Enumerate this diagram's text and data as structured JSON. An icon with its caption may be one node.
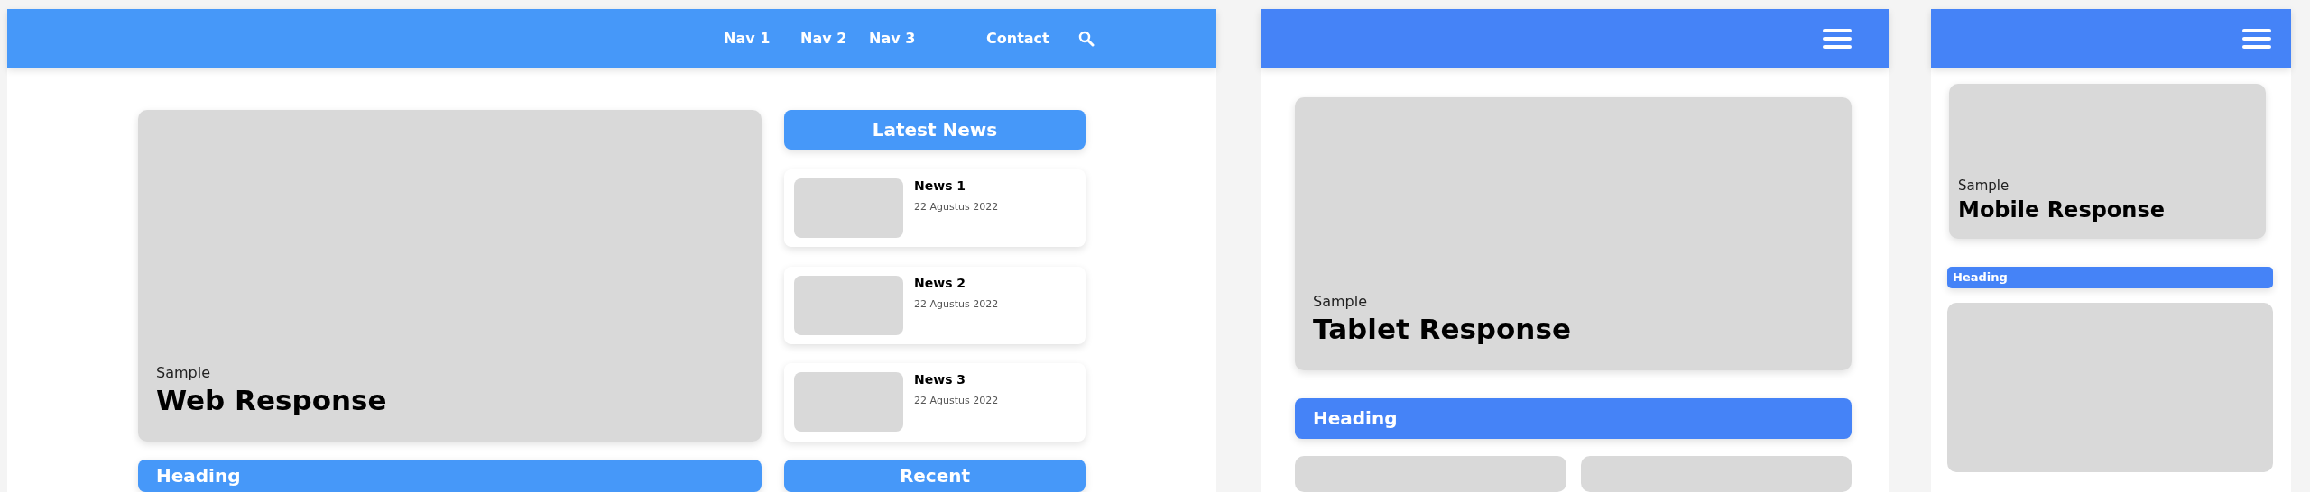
{
  "diagram": {
    "nodes": [
      {
        "text": [
          "Nav 1",
          "Nav 2",
          "Nav 3",
          "Contact"
        ]
      },
      {
        "text": [
          "Sample",
          "Web Response"
        ]
      },
      {
        "text": [
          "Latest News"
        ]
      },
      {
        "text": [
          "News 1",
          "22 Agustus 2022"
        ]
      },
      {
        "text": [],
        "shape": "box",
        "in": 3
      },
      {
        "text": [
          "News 2",
          "22 Agustus 2022"
        ]
      },
      {
        "text": [],
        "shape": "box",
        "in": 5
      },
      {
        "text": [
          "News 3",
          "22 Agustus 2022"
        ]
      },
      {
        "text": [],
        "shape": "box",
        "in": 7
      },
      {
        "text": [
          "Heading"
        ]
      },
      {
        "text": [
          "Recent"
        ]
      },
      {
        "text": [],
        "shape": "bar"
      },
      {
        "text": [
          "Sample",
          "Tablet Response"
        ]
      },
      {
        "text": [
          "Heading"
        ]
      },
      {
        "text": [],
        "shape": "box"
      },
      {
        "text": [],
        "shape": "box"
      },
      {
        "text": [],
        "shape": "bar"
      },
      {
        "text": [
          "Sample",
          "Mobile Response"
        ]
      },
      {
        "text": [
          "Heading"
        ]
      },
      {
        "text": [],
        "shape": "box"
      }
    ],
    "edges": []
  }
}
